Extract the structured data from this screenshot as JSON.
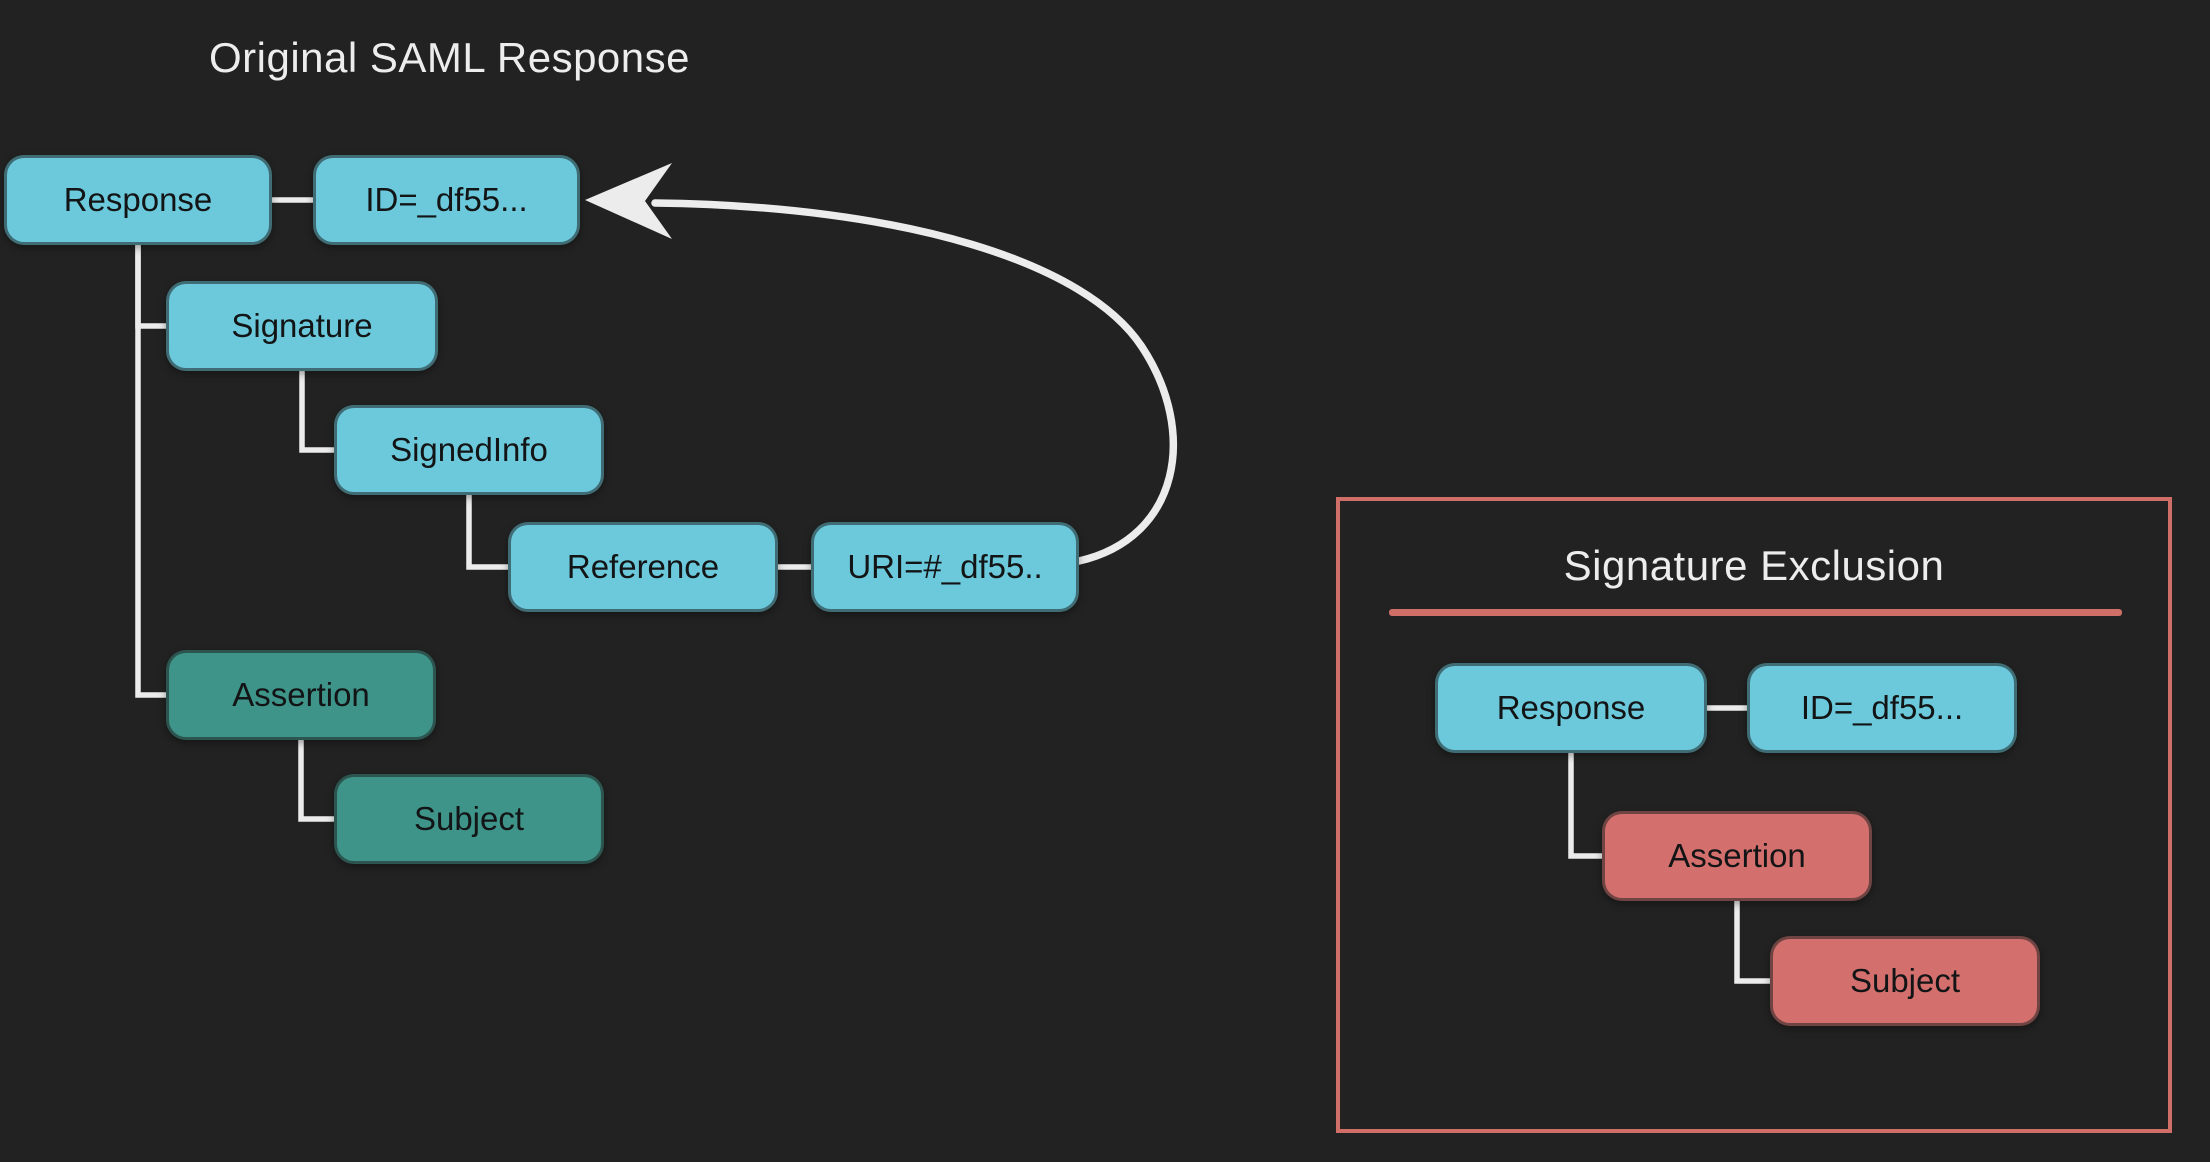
{
  "colors": {
    "bg": "#212221",
    "node_blue": "#6bc9db",
    "node_teal": "#3f9489",
    "node_red": "#d3706e",
    "panel_accent": "#d06f67",
    "connector": "#ececec",
    "node_text": "#121415",
    "title_text": "#ededed"
  },
  "left_diagram": {
    "title": "Original SAML Response",
    "nodes": {
      "response": {
        "label": "Response"
      },
      "id_attribute": {
        "label": "ID=_df55..."
      },
      "signature": {
        "label": "Signature"
      },
      "signed_info": {
        "label": "SignedInfo"
      },
      "reference": {
        "label": "Reference"
      },
      "uri_attribute": {
        "label": "URI=#_df55.."
      },
      "assertion": {
        "label": "Assertion"
      },
      "subject": {
        "label": "Subject"
      }
    }
  },
  "right_panel": {
    "title": "Signature Exclusion",
    "nodes": {
      "response": {
        "label": "Response"
      },
      "id_attribute": {
        "label": "ID=_df55..."
      },
      "assertion": {
        "label": "Assertion"
      },
      "subject": {
        "label": "Subject"
      }
    }
  }
}
